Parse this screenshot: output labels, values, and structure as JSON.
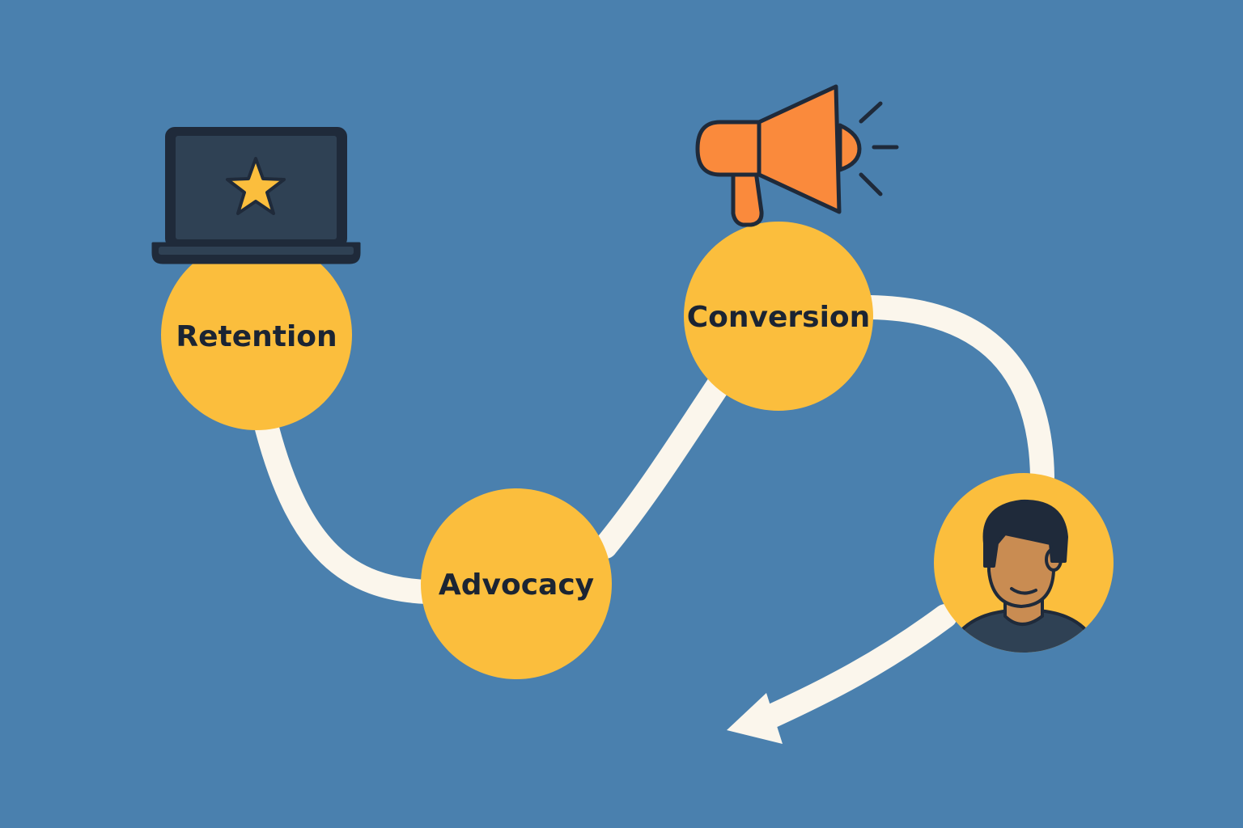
{
  "colors": {
    "background": "#4a80ae",
    "path": "#fbf6ec",
    "node": "#fbbe3d",
    "outline": "#1f2a3a",
    "laptop_screen": "#2f4154",
    "star": "#fbbe3d",
    "megaphone": "#fa8a3c",
    "skin": "#c98c52",
    "hair": "#1f2a3a",
    "shirt": "#2f4154"
  },
  "stages": {
    "retention": {
      "label": "Retention",
      "icon": "laptop-star-icon"
    },
    "advocacy": {
      "label": "Advocacy",
      "icon": ""
    },
    "conversion": {
      "label": "Conversion",
      "icon": "megaphone-icon"
    },
    "awareness": {
      "label": "",
      "icon": "person-avatar-icon"
    }
  }
}
